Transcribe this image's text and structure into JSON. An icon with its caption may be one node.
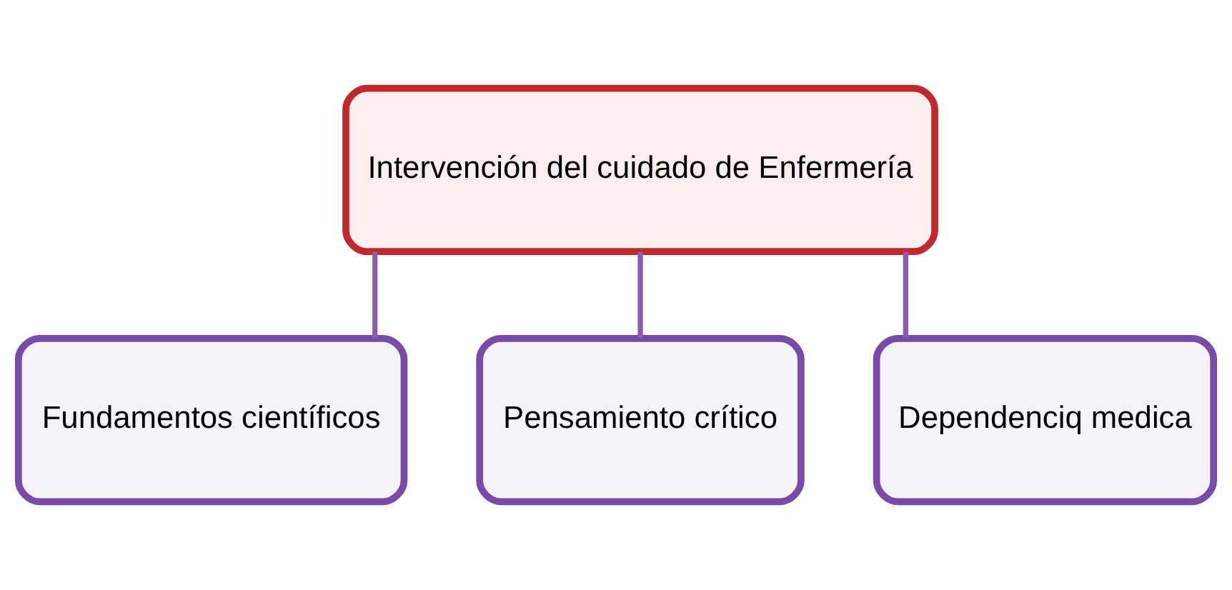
{
  "diagram": {
    "nodes": [
      {
        "text": [
          "Intervención del cuidado de Enfermería"
        ]
      },
      {
        "text": [
          "Fundamentos científicos"
        ]
      },
      {
        "text": [
          "Pensamiento crítico"
        ]
      },
      {
        "text": [
          "Dependenciq medica"
        ]
      }
    ],
    "edges": [
      {
        "from": 0,
        "to": 1,
        "arrow": "none"
      },
      {
        "from": 0,
        "to": 2,
        "arrow": "none"
      },
      {
        "from": 0,
        "to": 3,
        "arrow": "none"
      }
    ]
  }
}
